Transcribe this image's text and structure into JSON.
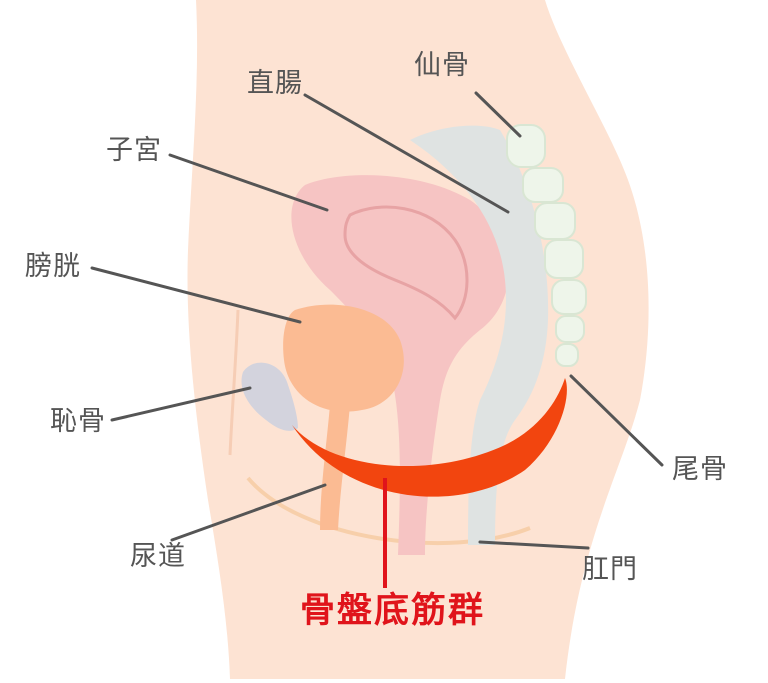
{
  "labels": {
    "rectum": "直腸",
    "sacrum": "仙骨",
    "uterus": "子宮",
    "bladder": "膀胱",
    "pubic_bone": "恥骨",
    "urethra": "尿道",
    "coccyx": "尾骨",
    "anus": "肛門",
    "pelvic_floor": "骨盤底筋群"
  },
  "colors": {
    "skin": "#fde3d3",
    "uterus": "#f6c4c3",
    "bladder": "#fbbb93",
    "rectum": "#dfe3e2",
    "bone": "#eef5ea",
    "pubic_bone": "#d3d3dd",
    "muscle": "#f2450f",
    "leader": "#555555",
    "title": "#e0141b"
  }
}
